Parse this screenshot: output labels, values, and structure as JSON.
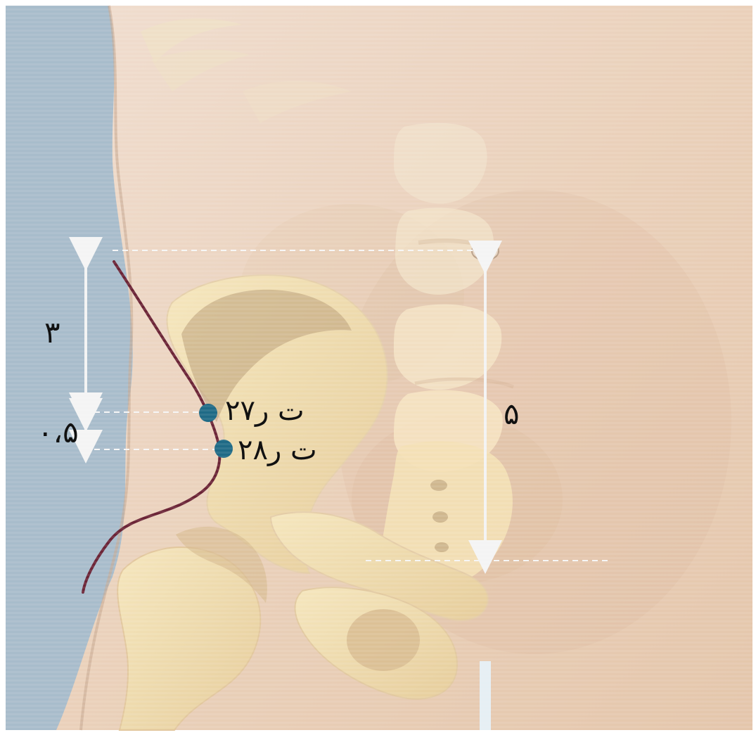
{
  "image": {
    "subject": "anatomical illustration of lower abdomen and pelvis with acupoint markings",
    "colors": {
      "background_blue": "#a9bfcc",
      "skin": "#ead2b8",
      "bone": "#f2dfb2",
      "bone_shadow": "#cdb98f",
      "meridian_line": "#6b2436",
      "acupoint_dot": "#1f6a86",
      "guide_line": "#f2f2f2"
    },
    "icons": [
      "acupoint-dot",
      "arrow-icon"
    ]
  },
  "measurements": {
    "upper_distance": "٣",
    "small_distance": "٠،۵",
    "long_distance": "۵"
  },
  "acupoints": [
    {
      "label": "ت ر٢٧"
    },
    {
      "label": "ت ر٢٨"
    }
  ]
}
